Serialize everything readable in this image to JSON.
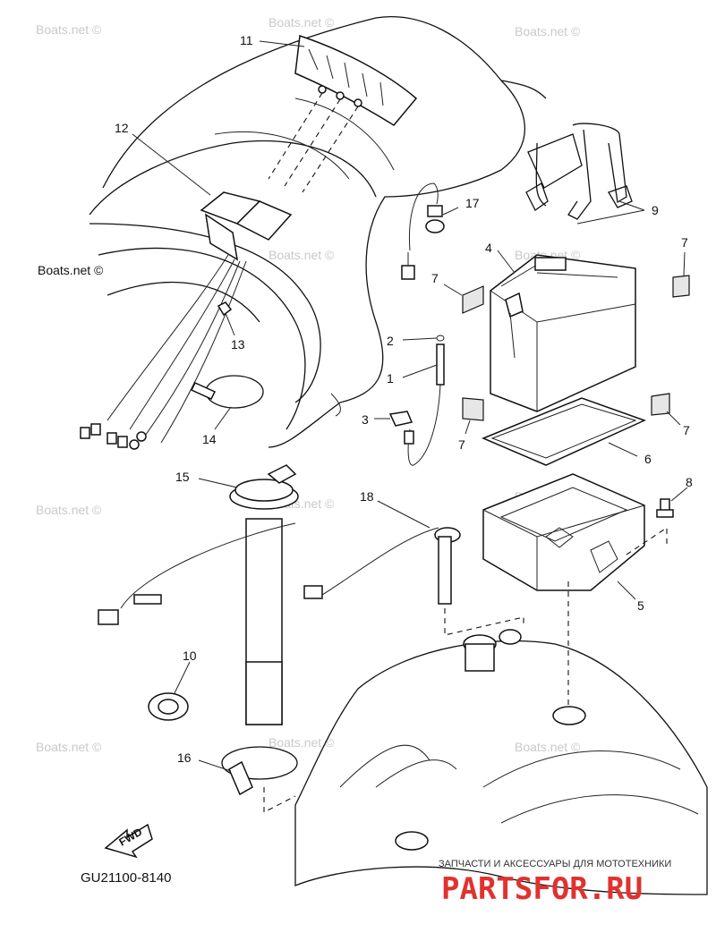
{
  "diagram": {
    "code": "GU21100-8140",
    "fwd_label": "FWD",
    "part_numbers": {
      "p1": "1",
      "p2": "2",
      "p3": "3",
      "p4": "4",
      "p5": "5",
      "p6": "6",
      "p7a": "7",
      "p7b": "7",
      "p7c": "7",
      "p7d": "7",
      "p8": "8",
      "p9": "9",
      "p10": "10",
      "p11": "11",
      "p12": "12",
      "p13": "13",
      "p14": "14",
      "p15": "15",
      "p16": "16",
      "p17": "17",
      "p18": "18"
    },
    "watermarks": {
      "w1": "Boats.net ©",
      "w2": "Boats.net ©",
      "w3": "Boats.net ©",
      "w4": "Boats.net ©",
      "w5": "Boats.net ©",
      "w6": "Boats.net ©",
      "w7": "Boats.net ©",
      "w8": "Boats.net ©",
      "w9": "Boats.net ©",
      "w10": "Boats.net ©"
    }
  },
  "branding": {
    "tagline": "ЗАПЧАСТИ И АКСЕССУАРЫ ДЛЯ МОТОТЕХНИКИ",
    "logo_text": "PARTSFOR.RU",
    "logo_color": "#e0322f"
  }
}
